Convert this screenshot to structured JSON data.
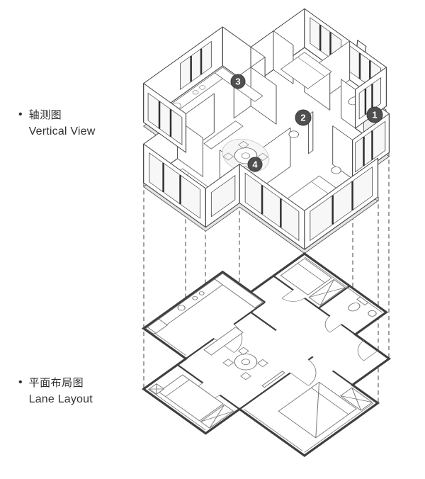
{
  "labels": {
    "axon": {
      "bullet": "•",
      "zh": "轴测图",
      "en": "Vertical View"
    },
    "plan": {
      "bullet": "•",
      "zh": "平面布局图",
      "en": "Lane Layout"
    }
  },
  "markers": [
    {
      "n": "1"
    },
    {
      "n": "2"
    },
    {
      "n": "3"
    },
    {
      "n": "4"
    }
  ],
  "colors": {
    "background": "#ffffff",
    "line": "#4a4a4a",
    "line_light": "#8a8a8a",
    "marker_bg": "#4f4f4f",
    "marker_text": "#ffffff"
  }
}
